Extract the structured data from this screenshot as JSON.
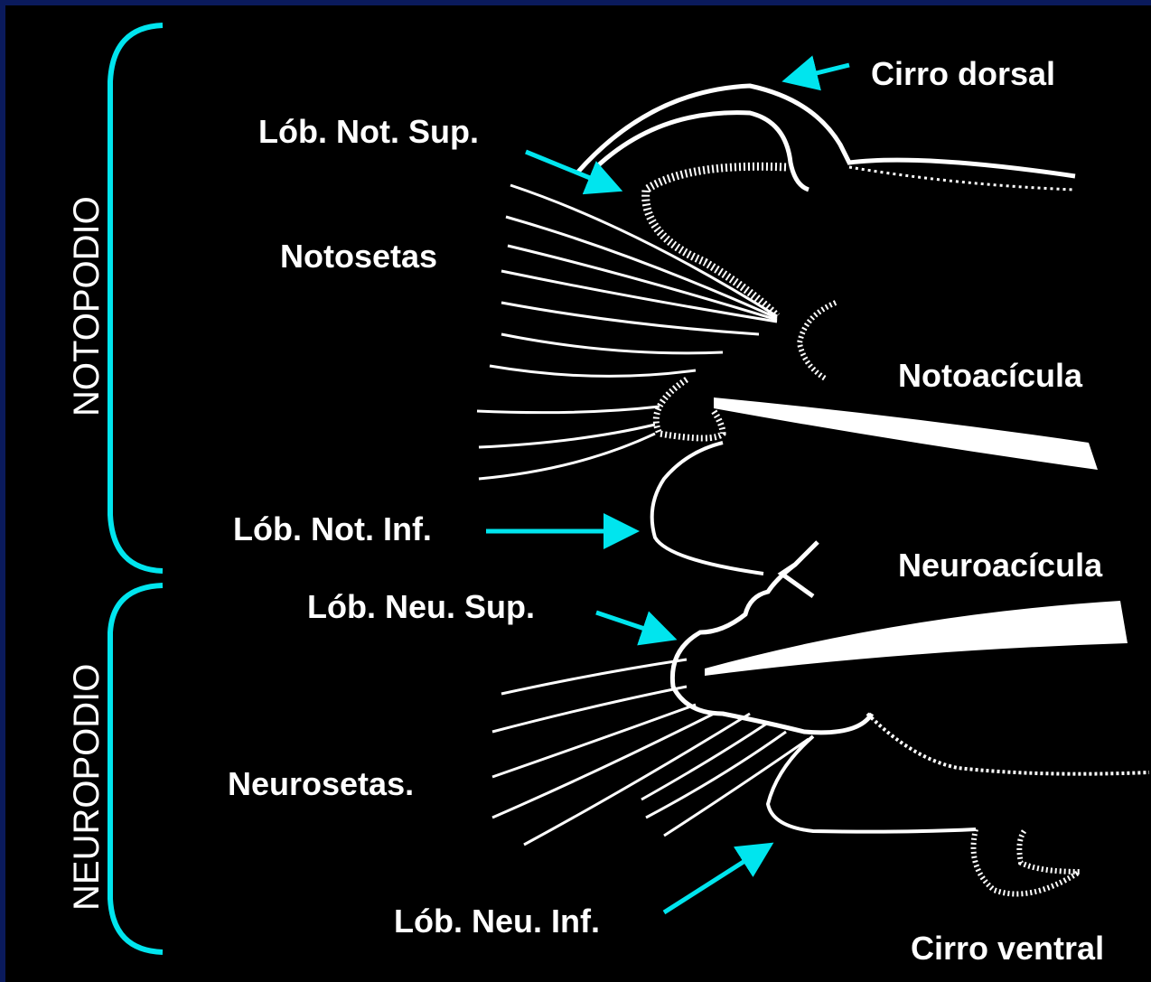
{
  "groups": {
    "upper": "NOTOPODIO",
    "lower": "NEUROPODIO"
  },
  "labels": {
    "cirro_dorsal": "Cirro dorsal",
    "lob_not_sup": "Lób. Not. Sup.",
    "notosetas": "Notosetas",
    "notoacicula": "Notoacícula",
    "lob_not_inf": "Lób. Not. Inf.",
    "neuroacicula": "Neuroacícula",
    "lob_neu_sup": "Lób. Neu. Sup.",
    "neurosetas": "Neurosetas.",
    "lob_neu_inf": "Lób. Neu. Inf.",
    "cirro_ventral": "Cirro ventral"
  },
  "colors": {
    "background": "#000000",
    "border": "#0a1a5c",
    "accent": "#00e5ee",
    "drawing": "#ffffff"
  }
}
